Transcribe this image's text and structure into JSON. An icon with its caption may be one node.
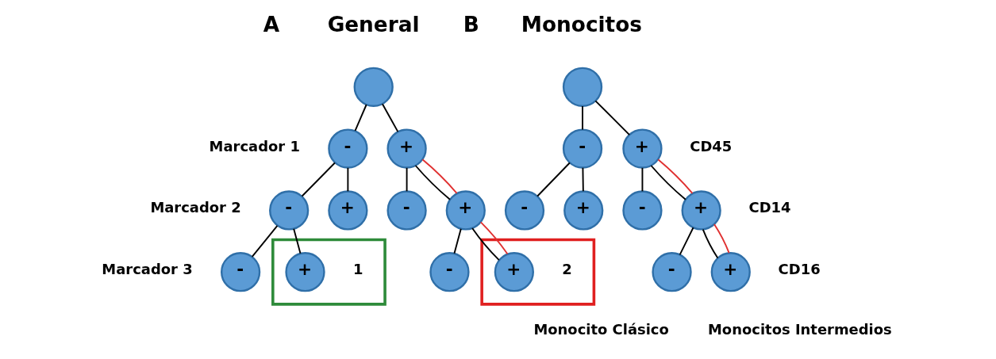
{
  "diagram": {
    "nodes": [
      {
        "text": [],
        "shape": "circle"
      },
      {
        "text": [
          "-"
        ]
      },
      {
        "text": [
          "+"
        ]
      },
      {
        "text": [
          "-"
        ]
      },
      {
        "text": [
          "+"
        ]
      },
      {
        "text": [
          "-"
        ]
      },
      {
        "text": [
          "+"
        ]
      },
      {
        "text": [
          "-"
        ]
      },
      {
        "text": [],
        "shape": "box"
      },
      {
        "text": [
          "+"
        ],
        "in": 8,
        "beside": [
          "1"
        ]
      },
      {
        "text": [
          "-"
        ]
      },
      {
        "text": [],
        "shape": "box"
      },
      {
        "text": [
          "+"
        ],
        "in": 11,
        "beside": [
          "2"
        ]
      },
      {
        "text": [],
        "shape": "circle"
      },
      {
        "text": [
          "-"
        ]
      },
      {
        "text": [
          "+"
        ],
        "beside": [
          "CD45"
        ]
      },
      {
        "text": [
          "-"
        ]
      },
      {
        "text": [
          "+"
        ]
      },
      {
        "text": [
          "-"
        ]
      },
      {
        "text": [
          "+"
        ],
        "beside": [
          "CD14"
        ]
      },
      {
        "text": [
          "-"
        ],
        "beside": [
          "Monocito Clásico"
        ]
      },
      {
        "text": [
          "+"
        ],
        "beside": [
          "CD16",
          "Monocitos Intermedios"
        ]
      }
    ],
    "edges": [
      {
        "from": 0,
        "to": 1,
        "arrow": "none"
      },
      {
        "from": 0,
        "to": 2,
        "arrow": "none"
      },
      {
        "from": 1,
        "to": 3,
        "arrow": "none"
      },
      {
        "from": 1,
        "to": 4,
        "arrow": "none"
      },
      {
        "from": 2,
        "to": 5,
        "arrow": "none"
      },
      {
        "from": 2,
        "to": 6,
        "arrow": "none"
      },
      {
        "from": 3,
        "to": 7,
        "arrow": "none"
      },
      {
        "from": 3,
        "to": 9,
        "arrow": "none"
      },
      {
        "from": 6,
        "to": 10,
        "arrow": "none"
      },
      {
        "from": 6,
        "to": 12,
        "arrow": "none"
      },
      {
        "from": 2,
        "to": 6,
        "arrow": "none",
        "color": "#e03030"
      },
      {
        "from": 6,
        "to": 12,
        "arrow": "none",
        "color": "#e03030"
      },
      {
        "from": 13,
        "to": 14,
        "arrow": "none"
      },
      {
        "from": 13,
        "to": 15,
        "arrow": "none"
      },
      {
        "from": 14,
        "to": 16,
        "arrow": "none"
      },
      {
        "from": 14,
        "to": 17,
        "arrow": "none"
      },
      {
        "from": 15,
        "to": 18,
        "arrow": "none"
      },
      {
        "from": 15,
        "to": 19,
        "arrow": "none"
      },
      {
        "from": 19,
        "to": 20,
        "arrow": "none"
      },
      {
        "from": 19,
        "to": 21,
        "arrow": "none"
      },
      {
        "from": 15,
        "to": 19,
        "arrow": "none",
        "color": "#e03030"
      },
      {
        "from": 19,
        "to": 21,
        "arrow": "none",
        "color": "#e03030"
      }
    ],
    "labels": [
      "A",
      "General",
      "B",
      "Monocitos",
      "Marcador 1",
      "Marcador 2",
      "Marcador 3"
    ]
  }
}
